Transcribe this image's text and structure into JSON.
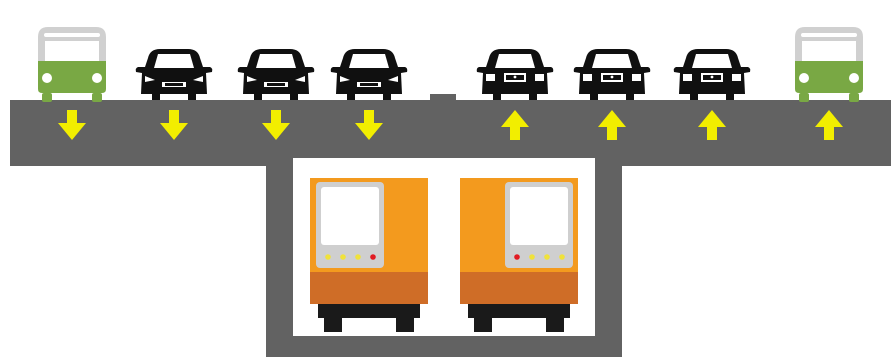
{
  "colors": {
    "background": "#ffffff",
    "structure": "#626262",
    "arrow": "#f2ee00",
    "bus_roof": "#d0d0d0",
    "bus_body": "#79a844",
    "car": "#101010",
    "metro_body": "#f39a1e",
    "metro_lower": "#cf6d27",
    "metro_panel": "#cfcfcf",
    "metro_window": "#ffffff",
    "light_yellow": "#f0e23a",
    "light_red": "#e11b22",
    "bogie": "#1a1a1a"
  },
  "surface_lanes": [
    {
      "vehicle": "bus",
      "vehicle_icon": "bus-front-icon",
      "direction": "down",
      "arrow_icon": "arrow-down-icon"
    },
    {
      "vehicle": "car",
      "vehicle_icon": "car-front-icon",
      "direction": "down",
      "arrow_icon": "arrow-down-icon"
    },
    {
      "vehicle": "car",
      "vehicle_icon": "car-front-icon",
      "direction": "down",
      "arrow_icon": "arrow-down-icon"
    },
    {
      "vehicle": "car",
      "vehicle_icon": "car-front-icon",
      "direction": "down",
      "arrow_icon": "arrow-down-icon"
    },
    {
      "vehicle": "car",
      "vehicle_icon": "car-rear-icon",
      "direction": "up",
      "arrow_icon": "arrow-up-icon"
    },
    {
      "vehicle": "car",
      "vehicle_icon": "car-rear-icon",
      "direction": "up",
      "arrow_icon": "arrow-up-icon"
    },
    {
      "vehicle": "car",
      "vehicle_icon": "car-rear-icon",
      "direction": "up",
      "arrow_icon": "arrow-up-icon"
    },
    {
      "vehicle": "bus",
      "vehicle_icon": "bus-front-icon",
      "direction": "up",
      "arrow_icon": "arrow-up-icon"
    }
  ],
  "underground": {
    "trains": [
      {
        "vehicle_icon": "metro-train-icon",
        "lights": [
          "yellow",
          "yellow",
          "yellow",
          "red"
        ]
      },
      {
        "vehicle_icon": "metro-train-icon",
        "lights": [
          "red",
          "yellow",
          "yellow",
          "yellow"
        ]
      }
    ]
  }
}
